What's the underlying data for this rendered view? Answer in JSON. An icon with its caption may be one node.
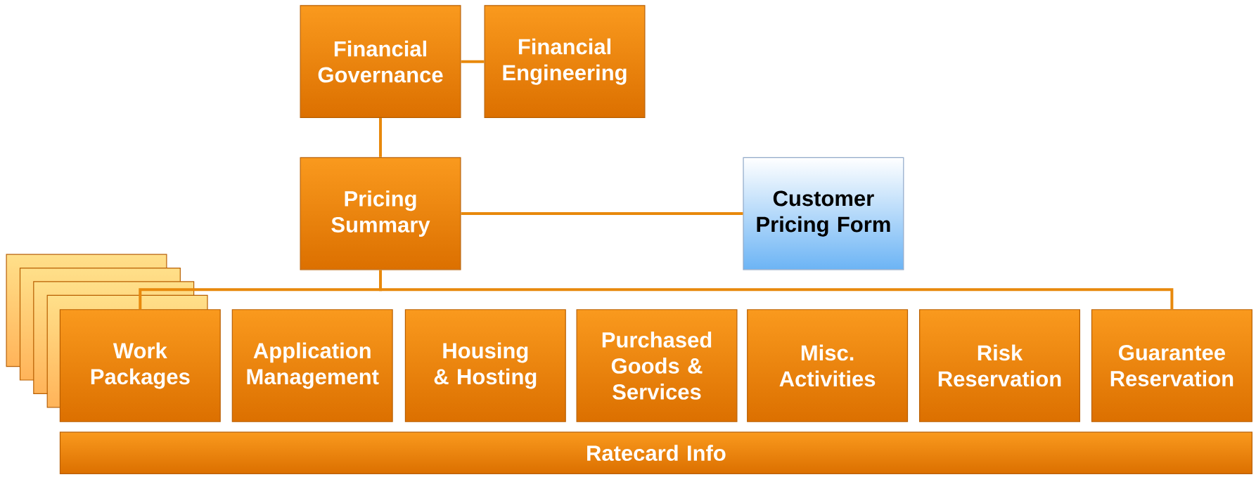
{
  "diagram": {
    "nodes": [
      {
        "text": [
          "Financial Governance"
        ]
      },
      {
        "text": [
          "Financial Engineering"
        ]
      },
      {
        "text": [
          "Pricing Summary"
        ]
      },
      {
        "text": [
          "Customer Pricing Form"
        ]
      },
      {
        "text": [
          "Work Packages"
        ]
      },
      {
        "text": [
          "Application Management"
        ]
      },
      {
        "text": [
          "Housing & Hosting"
        ]
      },
      {
        "text": [
          "Purchased Goods & Services"
        ]
      },
      {
        "text": [
          "Misc. Activities"
        ]
      },
      {
        "text": [
          "Risk Reservation"
        ]
      },
      {
        "text": [
          "Guarantee Reservation"
        ]
      },
      {
        "text": [
          "Ratecard Info"
        ]
      }
    ],
    "edges": [
      {
        "from": 0,
        "to": 1,
        "arrow": "none"
      },
      {
        "from": 0,
        "to": 2,
        "arrow": "none"
      },
      {
        "from": 2,
        "to": 3,
        "arrow": "none"
      },
      {
        "from": 2,
        "to": 4,
        "arrow": "none"
      },
      {
        "from": 2,
        "to": 10,
        "arrow": "none"
      }
    ]
  }
}
